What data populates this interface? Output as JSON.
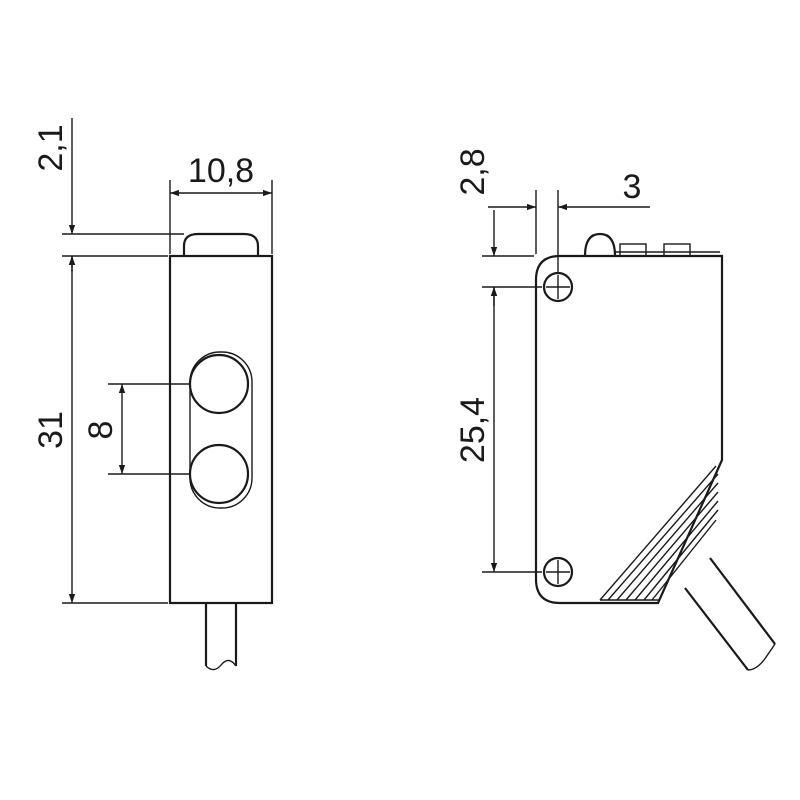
{
  "dimensions": {
    "front_top_gap": "2,1",
    "front_width": "10,8",
    "front_height": "31",
    "lens_spacing": "8",
    "side_top_gap": "2,8",
    "side_offset": "3",
    "hole_spacing": "25,4"
  },
  "colors": {
    "stroke": "#1a1a1a",
    "background": "#ffffff"
  }
}
